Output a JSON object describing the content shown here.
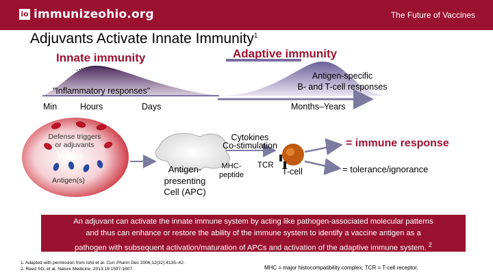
{
  "header": {
    "logo_mark": "io",
    "site_name": "immunizeohio.org",
    "deck_title": "The Future of Vaccines"
  },
  "slide": {
    "title": "Adjuvants Activate Innate Immunity",
    "title_sup": "1",
    "innate_heading": "Innate immunity",
    "adaptive_heading": "Adaptive immunity",
    "antigen_specific_line1": "Antigen-specific",
    "antigen_specific_line2": "B- and T-cell responses",
    "inflammatory_label": "\"Inflammatory responses\"",
    "timeline": {
      "min": "Min",
      "hours": "Hours",
      "days": "Days",
      "months_years": "Months–Years"
    },
    "cytokines_line1": "Cytokines",
    "cytokines_line2": "Co-stimulation",
    "apc_line1": "Antigen-",
    "apc_line2": "presenting",
    "apc_line3": "Cell (APC)",
    "mhc_line1": "MHC-",
    "mhc_line2": "peptide",
    "tcr": "TCR",
    "tcell": "T-cell",
    "immune_response": "= immune response",
    "tolerance": "= tolerance/ignorance",
    "defense_line1": "Defense triggers",
    "defense_line2": "or adjuvants",
    "vaccine": "Vaccine",
    "antigens": "Antigen(s)",
    "note_line1": "An adjuvant can activate the innate immune system by acting like pathogen-associated molecular patterns",
    "note_line2": "and thus can enhance or restore the ability of the immune system to identify a vaccine antigen as a",
    "note_line3": "pathogen with subsequent activation/maturation of APCs and activation of the adaptive immune system.",
    "note_sup": "2",
    "ref1_a": "1. Adapted with permission from Ishii et al. ",
    "ref1_journal": "Curr Pharm Des",
    "ref1_b": " 2006;12(32):4135–42.",
    "ref2": "2. Reed SG, et al. Nature Medicine. 2013;19:1597-1607.",
    "abbreviations": "MHC = major histocompatibility complex; TCR = T-cell receptor."
  },
  "colors": {
    "brand": "#9b1230",
    "innate_curve": "#5a3a6a",
    "adaptive_curve": "#7a6ea0",
    "arrow": "#7d7aa0"
  }
}
